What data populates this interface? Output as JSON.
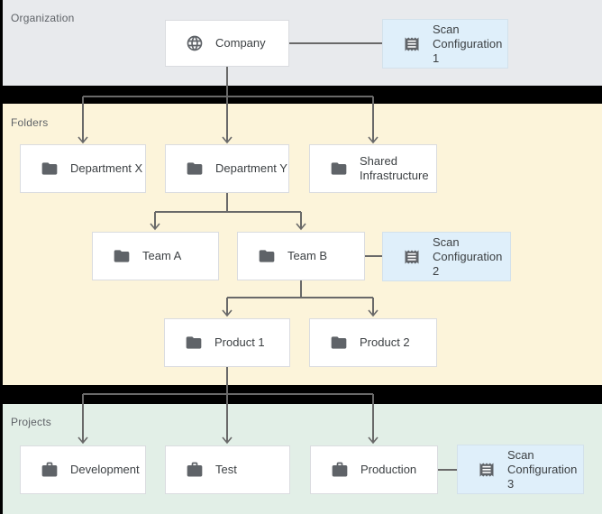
{
  "sections": {
    "organization": {
      "label": "Organization",
      "bg": "#e8eaed"
    },
    "folders": {
      "label": "Folders",
      "bg": "#fcf4da"
    },
    "projects": {
      "label": "Projects",
      "bg": "#e2efe7"
    }
  },
  "colors": {
    "separator_bar": "#000000",
    "node_bg": "#ffffff",
    "node_border": "#dadce0",
    "scan_config_bg": "#dfeffa",
    "connector_line": "#696969",
    "icon": "#5f6368",
    "band_label_text": "#5f6368",
    "node_text": "#3c4043"
  },
  "nodes": {
    "company": {
      "label": "Company",
      "icon": "globe-icon",
      "section": "organization"
    },
    "scan_config_1": {
      "label": "Scan Configuration 1",
      "icon": "receipt-icon",
      "section": "organization"
    },
    "department_x": {
      "label": "Department X",
      "icon": "folder-icon",
      "section": "folders"
    },
    "department_y": {
      "label": "Department Y",
      "icon": "folder-icon",
      "section": "folders"
    },
    "shared_infrastructure": {
      "label": "Shared Infrastructure",
      "icon": "folder-icon",
      "section": "folders"
    },
    "team_a": {
      "label": "Team A",
      "icon": "folder-icon",
      "section": "folders"
    },
    "team_b": {
      "label": "Team B",
      "icon": "folder-icon",
      "section": "folders"
    },
    "scan_config_2": {
      "label": "Scan Configuration 2",
      "icon": "receipt-icon",
      "section": "folders"
    },
    "product_1": {
      "label": "Product 1",
      "icon": "folder-icon",
      "section": "folders"
    },
    "product_2": {
      "label": "Product 2",
      "icon": "folder-icon",
      "section": "folders"
    },
    "development": {
      "label": "Development",
      "icon": "briefcase-icon",
      "section": "projects"
    },
    "test": {
      "label": "Test",
      "icon": "briefcase-icon",
      "section": "projects"
    },
    "production": {
      "label": "Production",
      "icon": "briefcase-icon",
      "section": "projects"
    },
    "scan_config_3": {
      "label": "Scan Configuration 3",
      "icon": "receipt-icon",
      "section": "projects"
    }
  },
  "edges": [
    {
      "from": "company",
      "to": "scan_config_1",
      "type": "association"
    },
    {
      "from": "company",
      "to": "department_x",
      "type": "hierarchy"
    },
    {
      "from": "company",
      "to": "department_y",
      "type": "hierarchy"
    },
    {
      "from": "company",
      "to": "shared_infrastructure",
      "type": "hierarchy"
    },
    {
      "from": "department_y",
      "to": "team_a",
      "type": "hierarchy"
    },
    {
      "from": "department_y",
      "to": "team_b",
      "type": "hierarchy"
    },
    {
      "from": "team_b",
      "to": "scan_config_2",
      "type": "association"
    },
    {
      "from": "team_b",
      "to": "product_1",
      "type": "hierarchy"
    },
    {
      "from": "team_b",
      "to": "product_2",
      "type": "hierarchy"
    },
    {
      "from": "product_1",
      "to": "development",
      "type": "hierarchy"
    },
    {
      "from": "product_1",
      "to": "test",
      "type": "hierarchy"
    },
    {
      "from": "product_1",
      "to": "production",
      "type": "hierarchy"
    },
    {
      "from": "production",
      "to": "scan_config_3",
      "type": "association"
    }
  ]
}
